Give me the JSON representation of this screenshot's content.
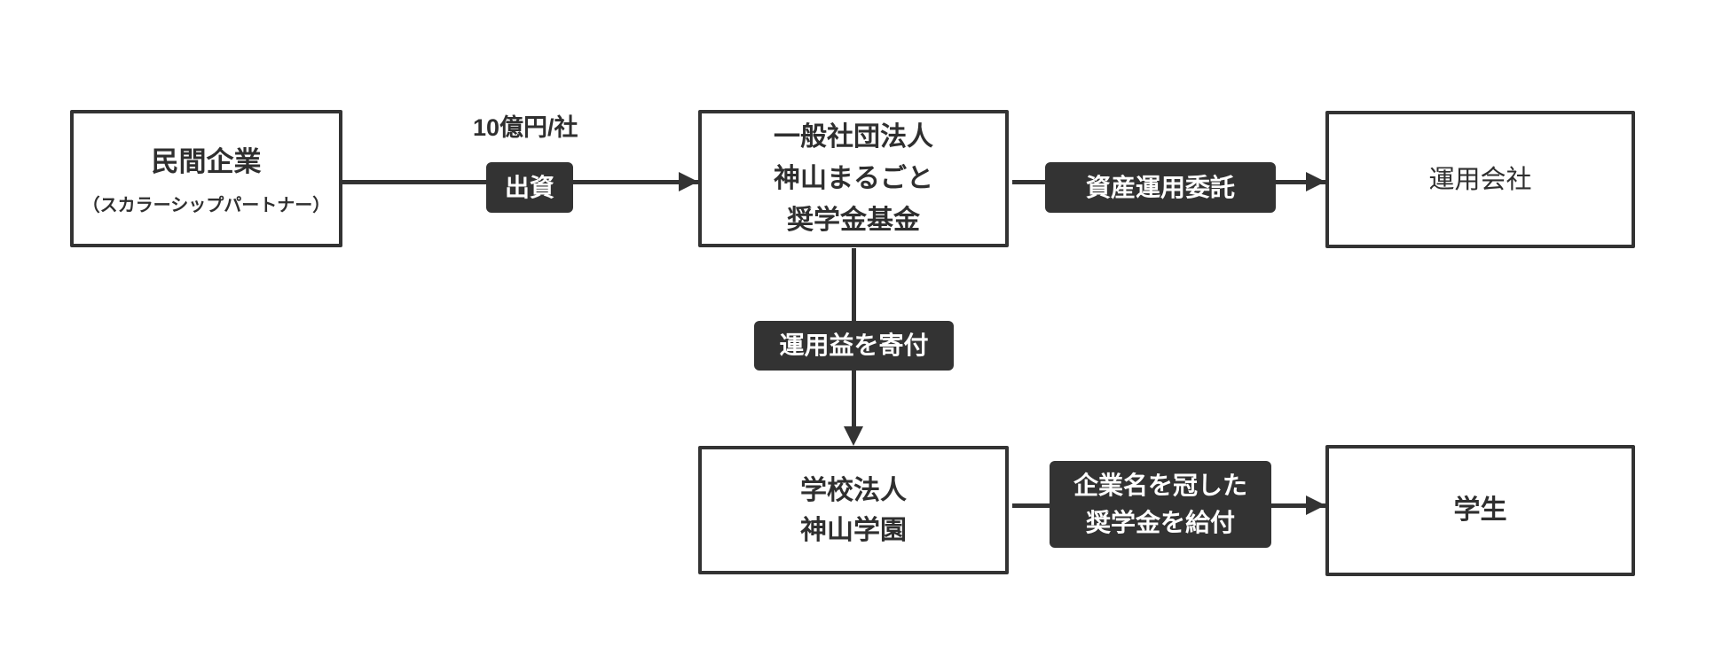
{
  "diagram": {
    "title": "scholarship-fund-flowchart",
    "colors": {
      "background": "#ffffff",
      "accent": "#333333",
      "badge_background": "#333333",
      "badge_text": "#ffffff",
      "node_text": "#2f2f2f"
    },
    "nodes": {
      "private_company": {
        "title": "民間企業",
        "subtitle": "（スカラーシップパートナー）"
      },
      "foundation": {
        "lines": [
          "一般社団法人",
          "神山まるごと",
          "奨学金基金"
        ]
      },
      "asset_manager": {
        "title": "運用会社"
      },
      "school": {
        "lines": [
          "学校法人",
          "神山学園"
        ]
      },
      "students": {
        "title": "学生"
      }
    },
    "edges": {
      "investment": {
        "badge": "出資",
        "annotation": "10億円/社"
      },
      "asset_management": {
        "badge": "資産運用委託"
      },
      "donation": {
        "badge": "運用益を寄付"
      },
      "scholarship": {
        "badge_lines": [
          "企業名を冠した",
          "奨学金を給付"
        ]
      }
    }
  }
}
